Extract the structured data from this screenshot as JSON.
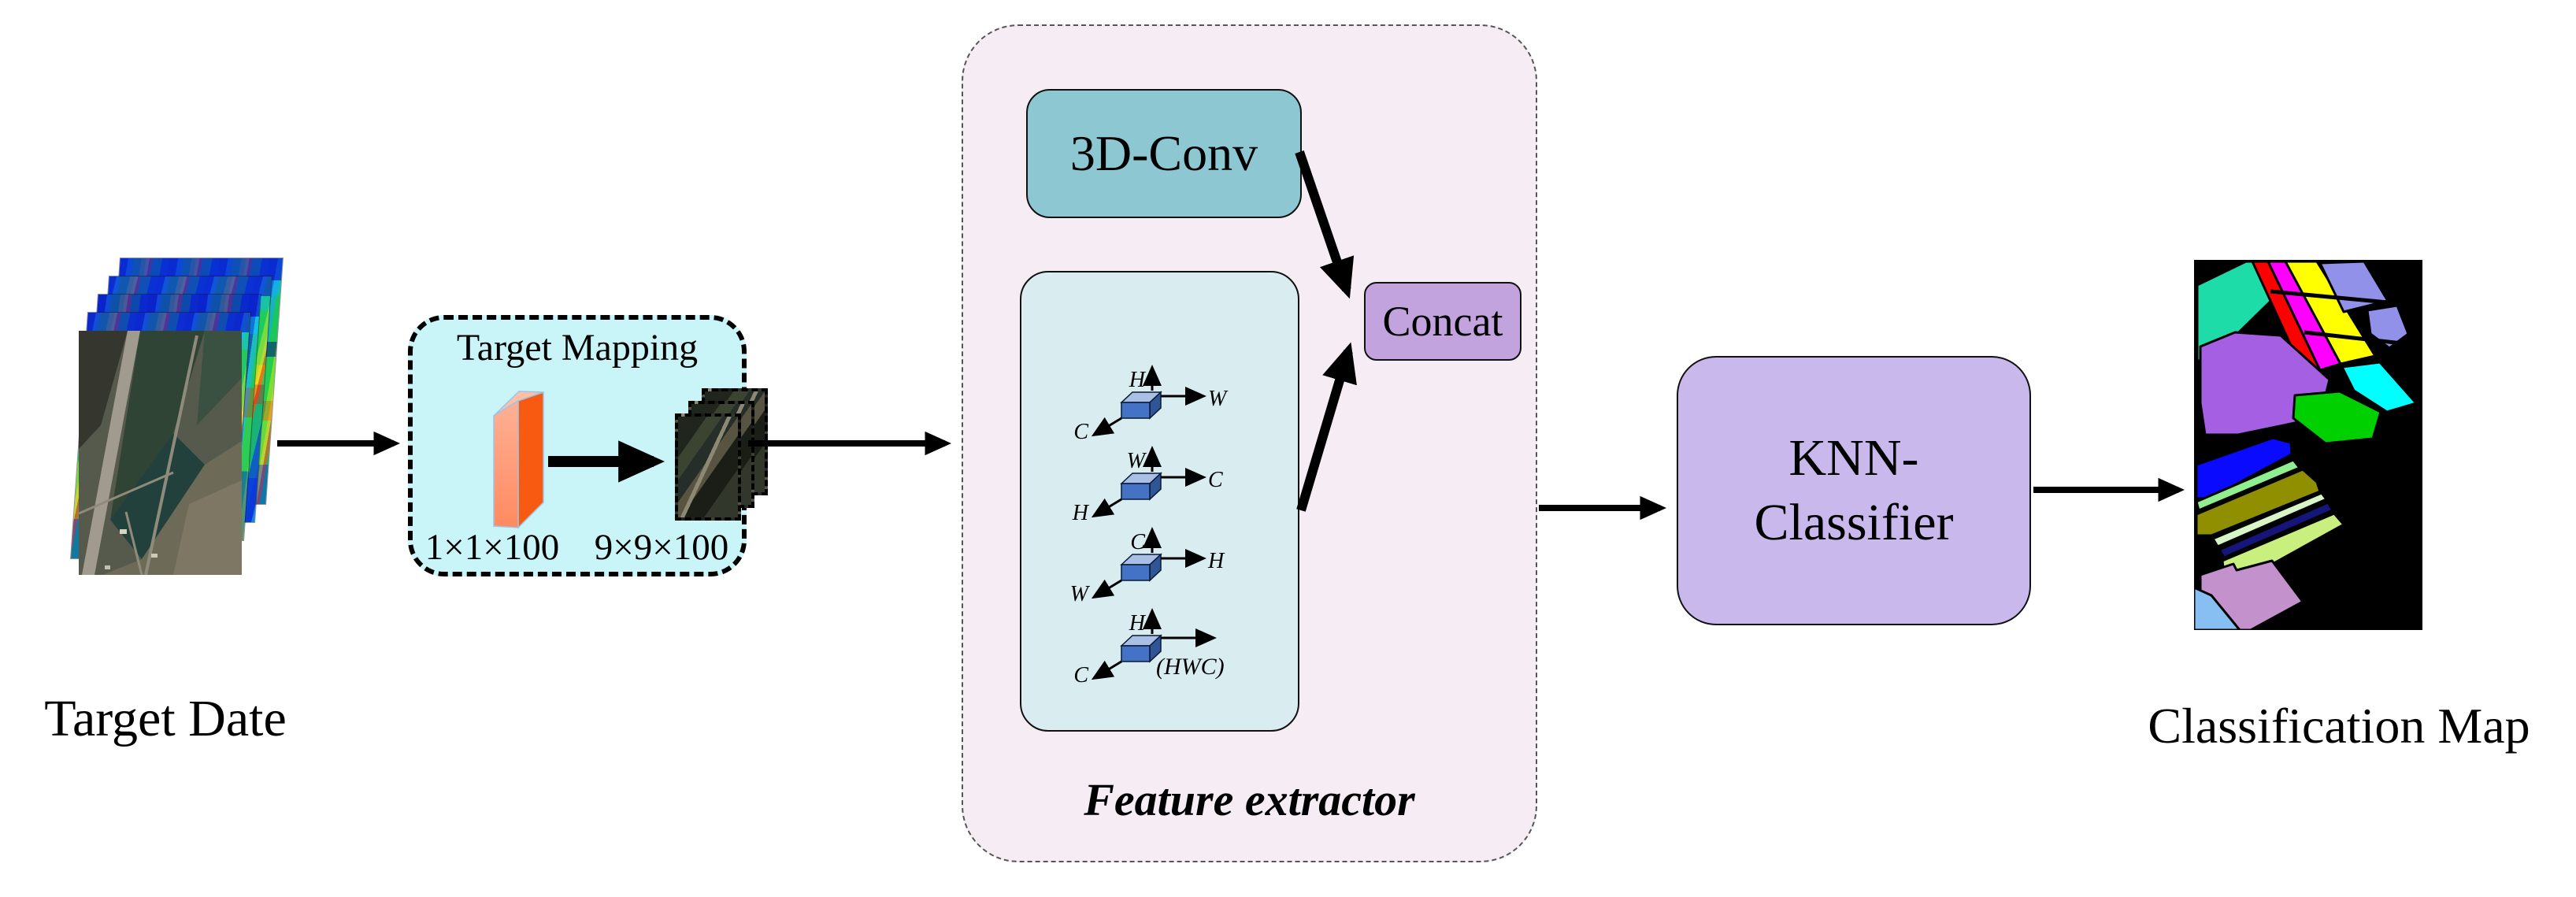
{
  "diagram": {
    "input_label": "Target Date",
    "output_label": "Classification Map",
    "target_mapping": {
      "title": "Target Mapping",
      "input_dim": "1×1×100",
      "output_dim": "9×9×100"
    },
    "feature_extractor": {
      "title": "Feature extractor",
      "conv3d": "3D-Conv",
      "concat": "Concat",
      "permutations": [
        {
          "up": "H",
          "right": "W",
          "diag": "C"
        },
        {
          "up": "W",
          "right": "C",
          "diag": "H"
        },
        {
          "up": "C",
          "right": "H",
          "diag": "W"
        },
        {
          "up": "H",
          "right": "(HWC)",
          "diag": "C"
        }
      ]
    },
    "classifier": {
      "line1": "KNN-",
      "line2": "Classifier"
    },
    "palette": {
      "target_mapping_fill": "#c9f4f8",
      "feature_extractor_fill": "#f6ecf4",
      "conv3d_fill": "#8cc7d2",
      "permutation_box_fill": "#d9edf1",
      "concat_fill": "#c3a3dd",
      "knn_fill": "#c9b8ec",
      "cuboid_front": "#4472c4",
      "cuboid_top": "#a9bfe6",
      "cuboid_side": "#2f5597",
      "slab_front": "#ff9470",
      "slab_side": "#f95a12",
      "map_class_colors": [
        "#1edca8",
        "#ff0000",
        "#ff00ff",
        "#ffff00",
        "#9191e9",
        "#a55fe3",
        "#00ffff",
        "#00cf00",
        "#0a0aff",
        "#90ee90",
        "#8f8f00",
        "#d8f5c8",
        "#15157a",
        "#c9f07e",
        "#c391cc",
        "#87bff2"
      ]
    }
  }
}
